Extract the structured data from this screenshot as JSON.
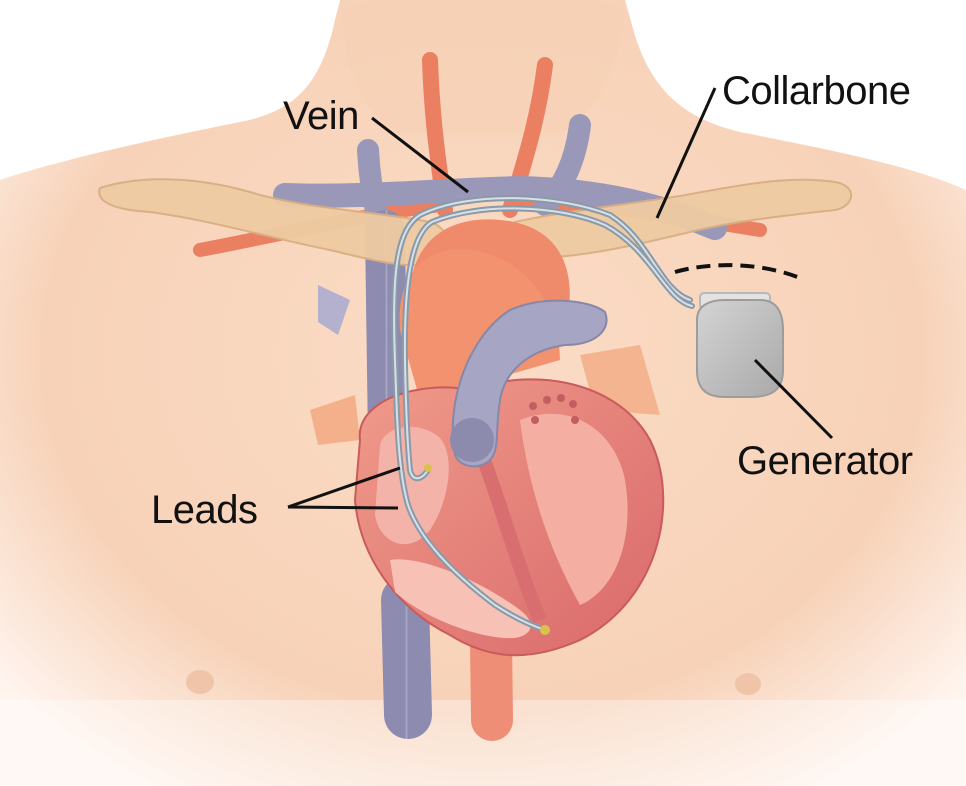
{
  "labels": {
    "vein": "Vein",
    "collarbone": "Collarbone",
    "generator": "Generator",
    "leads": "Leads"
  },
  "colors": {
    "skin": "#f9d8c2",
    "skin_shadow": "#f1c4a7",
    "collarbone": "#eecba2",
    "vein": "#9a98b8",
    "artery": "#ea7f62",
    "heart_wall": "#e87f7e",
    "heart_inner": "#f6b4ab",
    "generator": "#c2c2c2",
    "lead_wire": "#9aa9b5"
  }
}
